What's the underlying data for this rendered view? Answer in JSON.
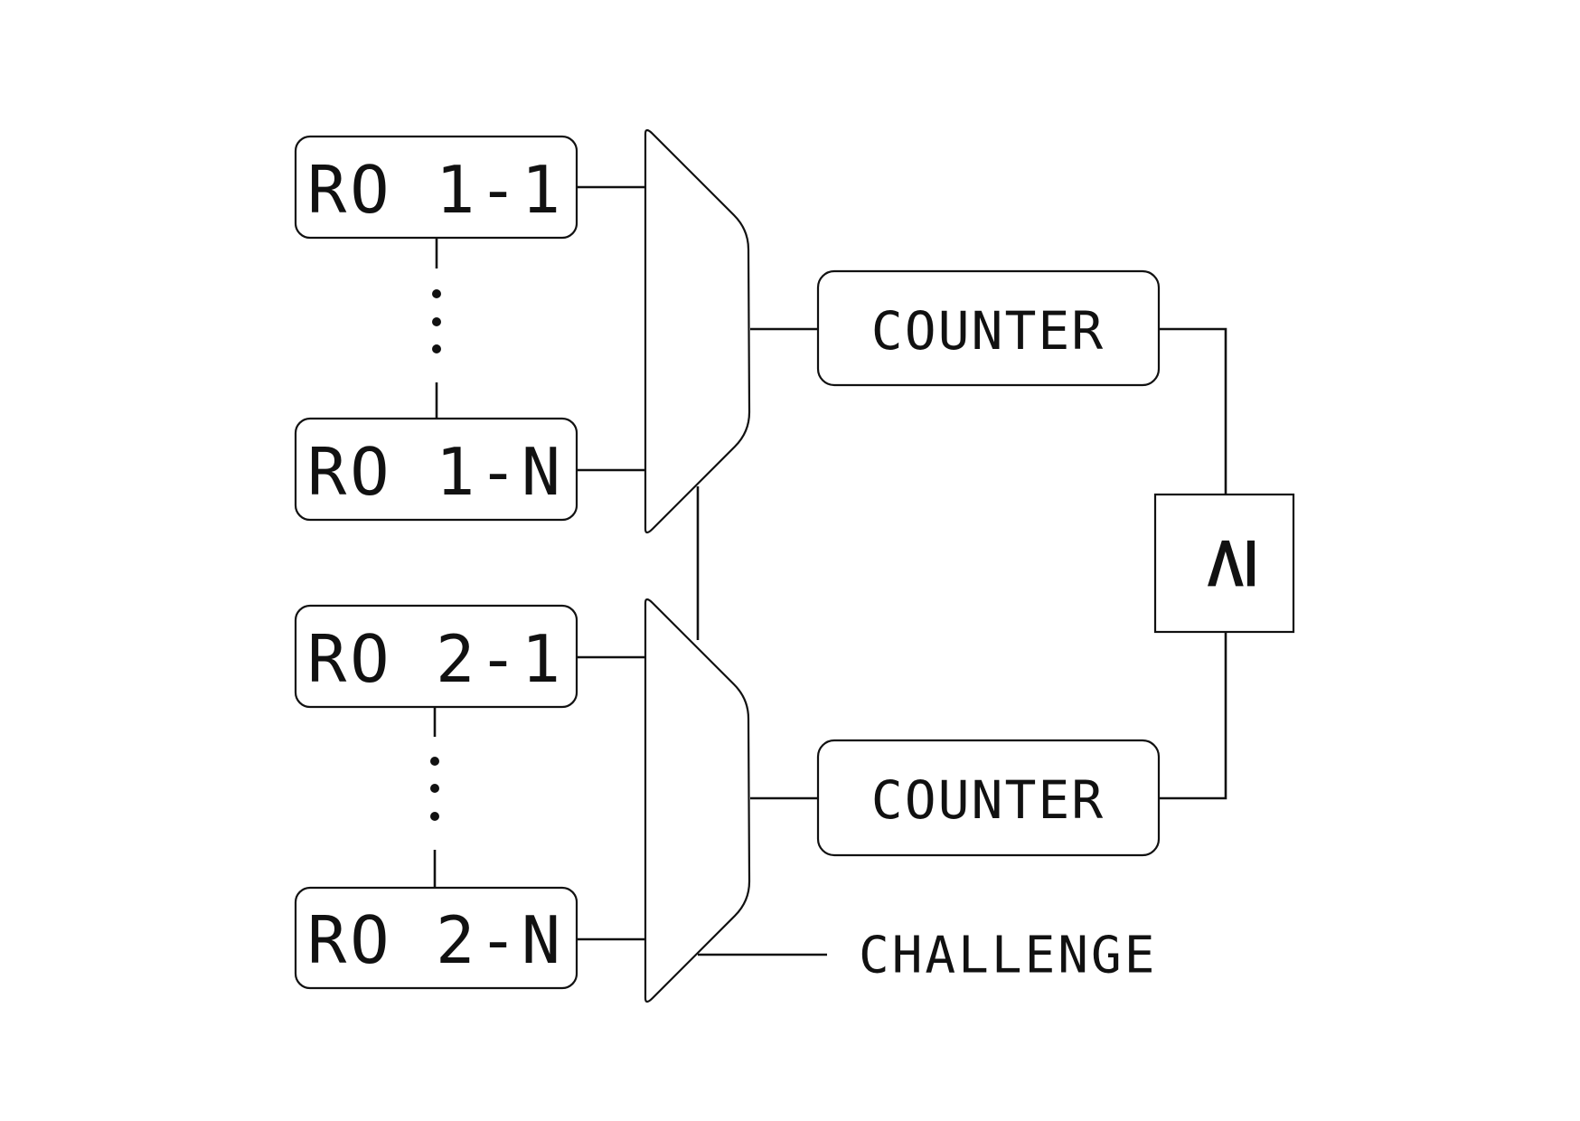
{
  "ro_blocks": [
    {
      "label": "RO 1-1"
    },
    {
      "label": "RO 1-N"
    },
    {
      "label": "RO 2-1"
    },
    {
      "label": "RO 2-N"
    }
  ],
  "counters": [
    {
      "label": "COUNTER"
    },
    {
      "label": "COUNTER"
    }
  ],
  "comparator": {
    "symbol": "≥"
  },
  "challenge": {
    "label": "CHALLENGE"
  },
  "colors": {
    "stroke": "#111111",
    "background": "#ffffff"
  }
}
